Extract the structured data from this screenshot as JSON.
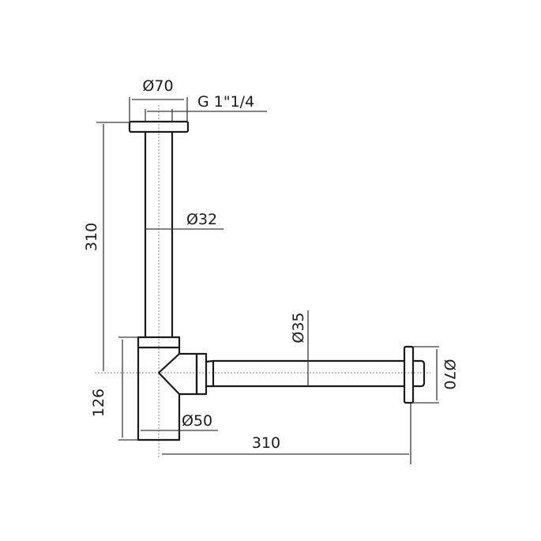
{
  "drawing": {
    "title": "Bottle trap dimension drawing",
    "line_color": "#1a1a1a",
    "dimension_color": "#3a3a3a",
    "centerline_color": "#8c8c8c"
  },
  "dimensions": {
    "flange_top_diameter": "Ø70",
    "thread": "G 1\"1/4",
    "tail_pipe_diameter": "Ø32",
    "height_upper": "310",
    "height_body": "126",
    "body_diameter": "Ø50",
    "outlet_pipe_diameter": "Ø35",
    "outlet_length": "310",
    "wall_flange_diameter": "Ø70"
  }
}
